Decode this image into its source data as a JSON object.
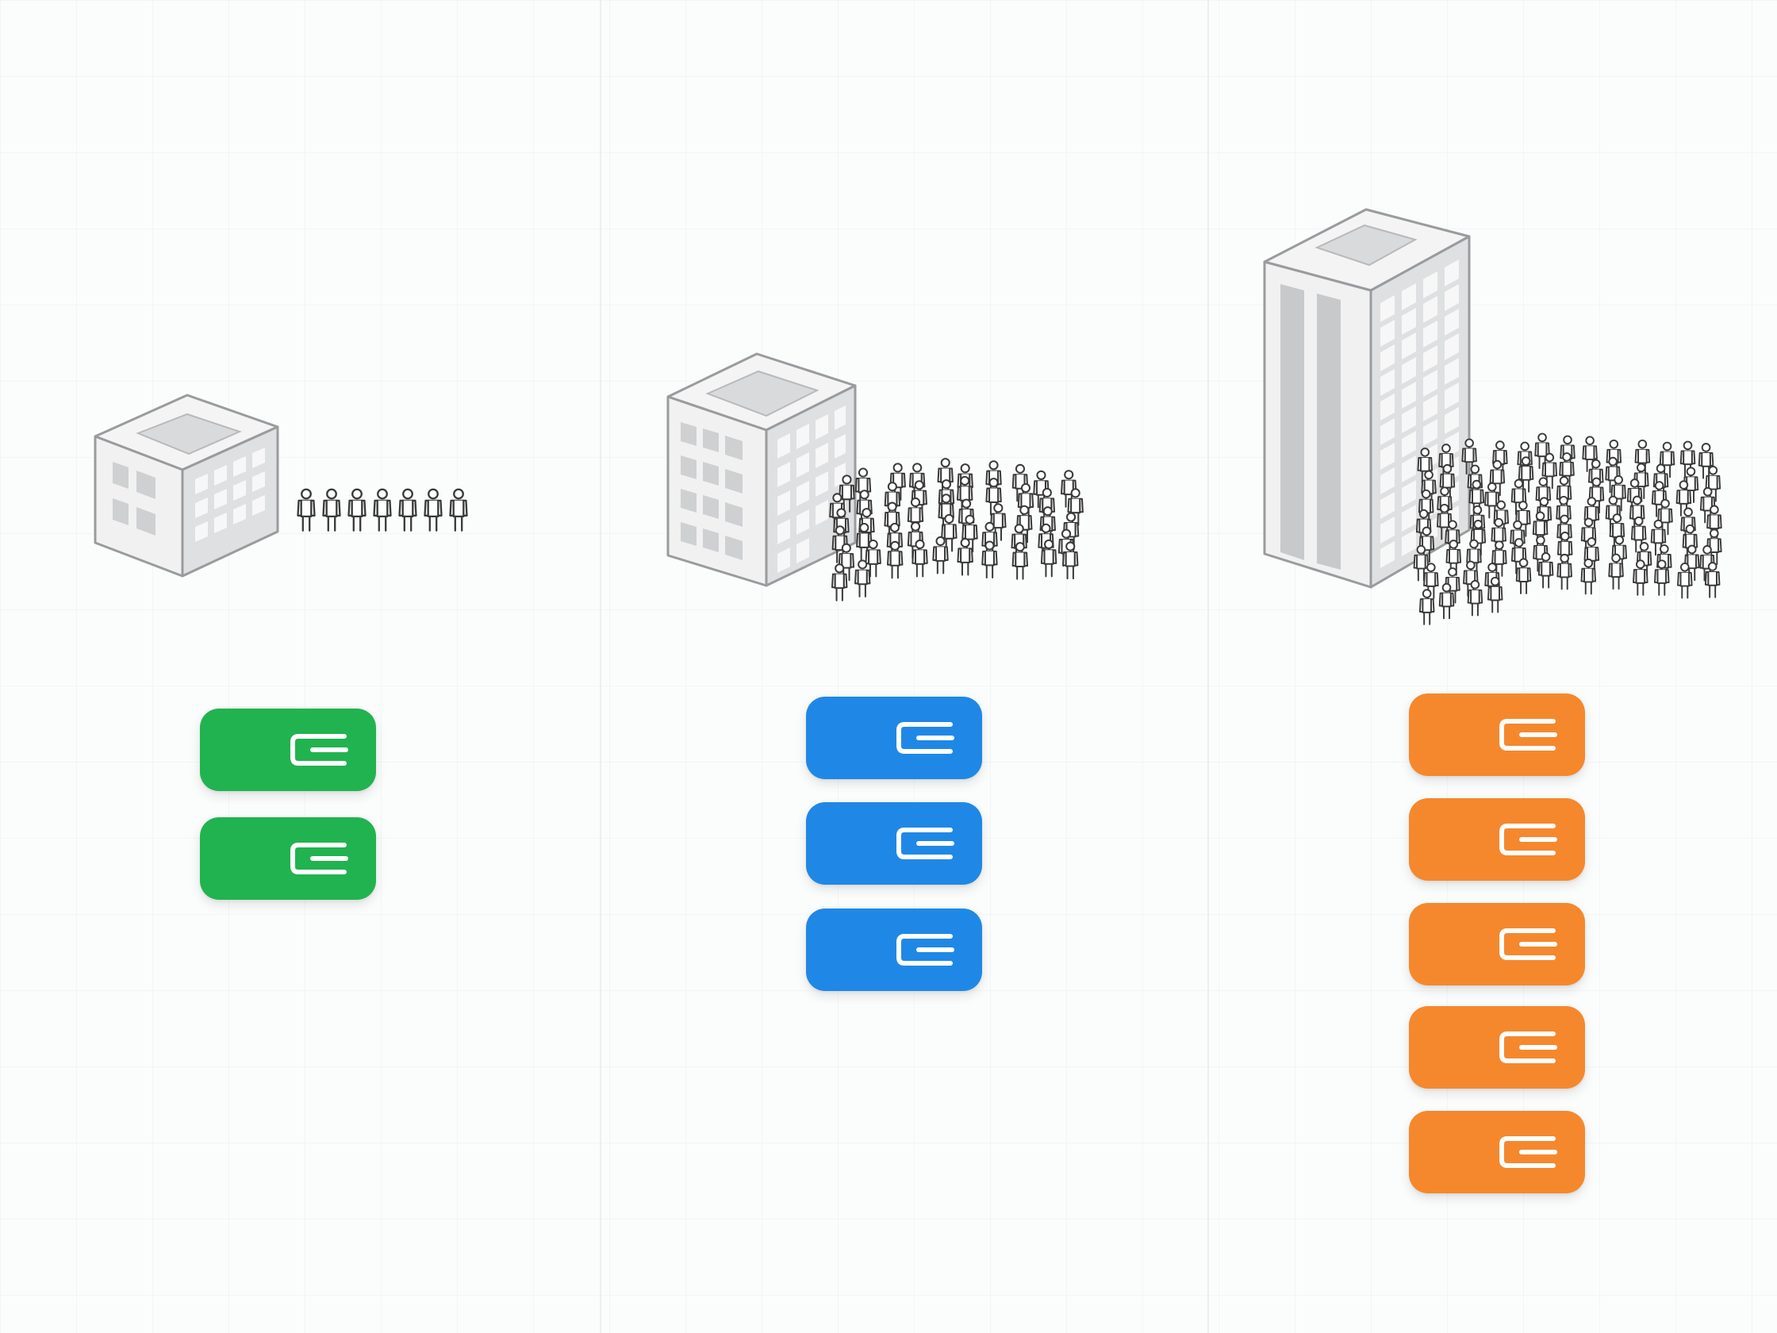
{
  "panels": [
    {
      "id": "small",
      "building_icon": "small-office-building-icon",
      "crowd_icon": "small-team-icon",
      "people_count": 7,
      "button_count": 2,
      "button_color": "#21b34f",
      "button_icon": "wallet-icon"
    },
    {
      "id": "medium",
      "building_icon": "medium-office-building-icon",
      "crowd_icon": "medium-crowd-icon",
      "people_count": 52,
      "button_count": 3,
      "button_color": "#1f88e6",
      "button_icon": "wallet-icon"
    },
    {
      "id": "large",
      "building_icon": "skyscraper-icon",
      "crowd_icon": "large-crowd-icon",
      "people_count": 95,
      "button_count": 5,
      "button_color": "#f5882d",
      "button_icon": "wallet-icon"
    }
  ],
  "colors": {
    "building_light": "#f4f4f5",
    "building_mid": "#dfe0e2",
    "building_dark": "#c8c9cb",
    "outline": "#9a9b9e",
    "person_stroke": "#3a3a3a"
  }
}
